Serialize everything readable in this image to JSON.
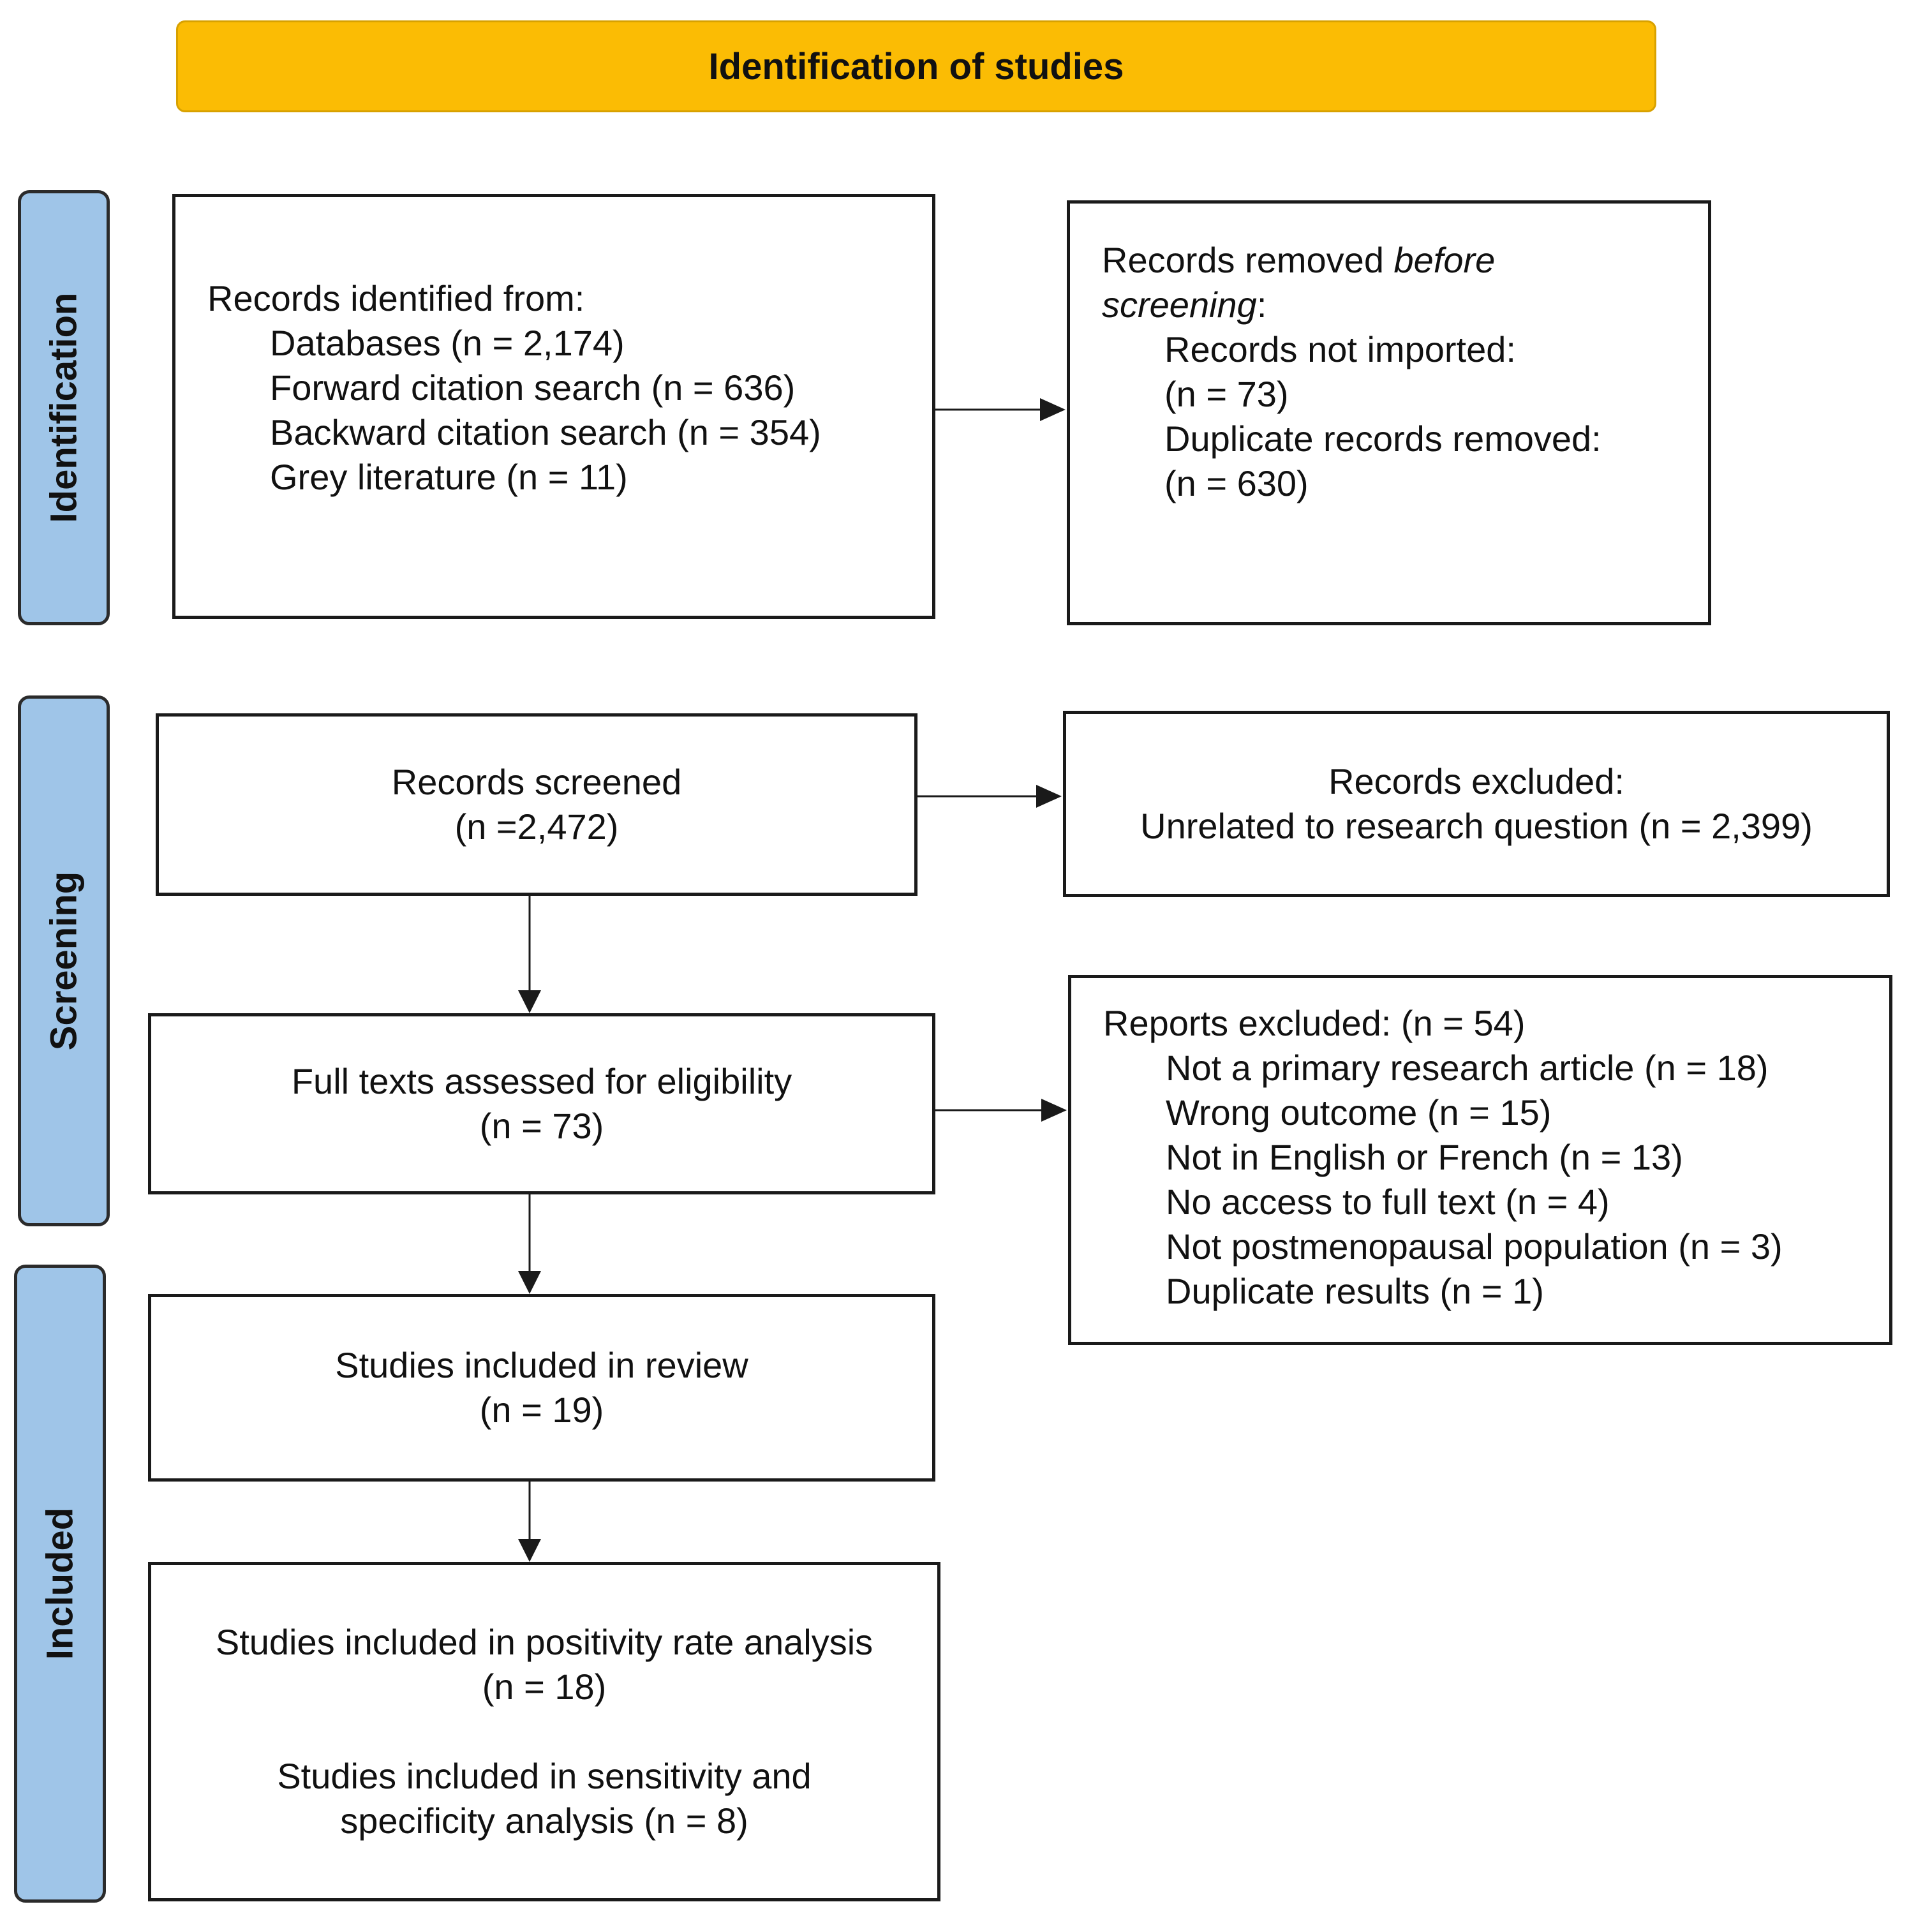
{
  "header": {
    "title": "Identification of studies"
  },
  "phases": {
    "identification": "Identification",
    "screening": "Screening",
    "included": "Included"
  },
  "records_identified": {
    "heading": "Records identified from:",
    "items": [
      "Databases (n = 2,174)",
      "Forward citation search (n = 636)",
      "Backward citation search (n = 354)",
      "Grey literature (n = 11)"
    ]
  },
  "records_removed": {
    "heading_prefix": "Records removed ",
    "heading_italic_1": "before",
    "heading_italic_2": "screening",
    "heading_suffix": ":",
    "not_imported_label": "Records not imported:",
    "not_imported_count": "(n = 73)",
    "duplicates_label": "Duplicate records removed:",
    "duplicates_count": "(n = 630)"
  },
  "records_screened": {
    "label": "Records screened",
    "count": "(n =2,472)"
  },
  "records_excluded": {
    "label": "Records excluded:",
    "detail": "Unrelated to research question (n = 2,399)"
  },
  "full_texts": {
    "label": "Full texts assessed for eligibility",
    "count": "(n = 73)"
  },
  "reports_excluded": {
    "heading": "Reports excluded: (n = 54)",
    "items": [
      "Not a primary research article (n = 18)",
      "Wrong outcome (n = 15)",
      "Not in English or French (n = 13)",
      "No access to full text (n = 4)",
      "Not postmenopausal population (n = 3)",
      "Duplicate results (n = 1)"
    ]
  },
  "studies_included": {
    "label": "Studies included in review",
    "count": "(n = 19)"
  },
  "analysis": {
    "positivity_label": "Studies included in positivity rate analysis",
    "positivity_count": "(n = 18)",
    "sensitivity_line1": "Studies included in sensitivity and",
    "sensitivity_line2": "specificity analysis (n = 8)"
  },
  "colors": {
    "header_fill": "#FBBC04",
    "phase_fill": "#9FC5E8",
    "line": "#1a1a1a"
  }
}
